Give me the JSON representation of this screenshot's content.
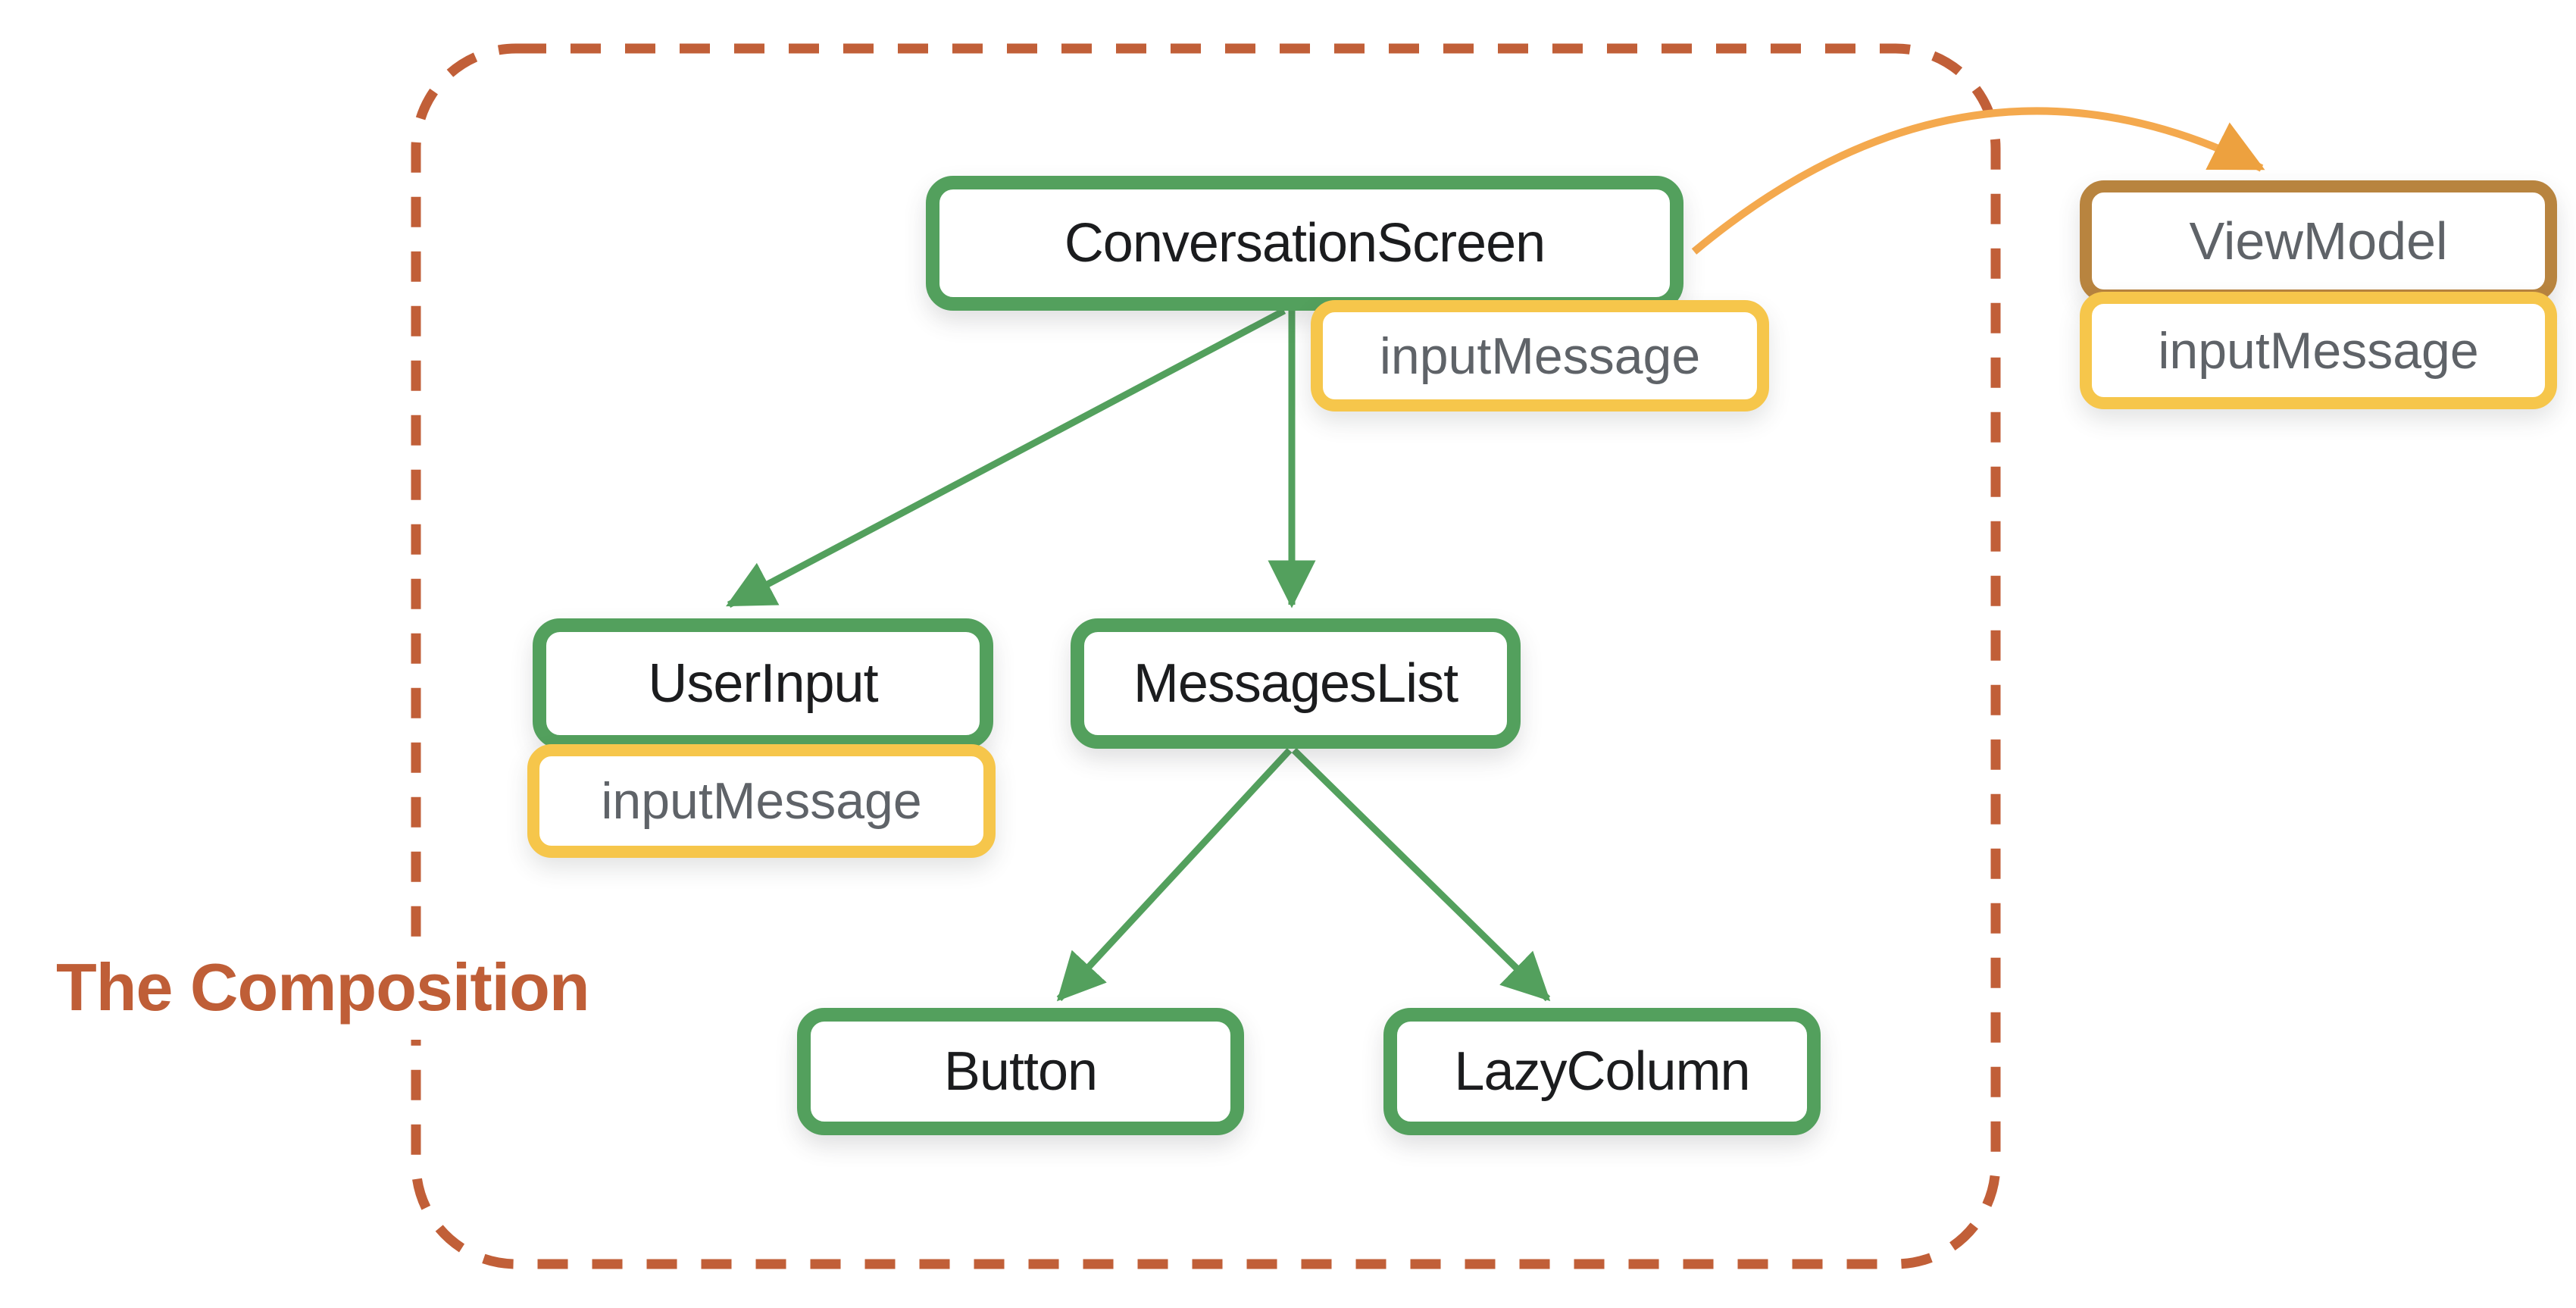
{
  "region": {
    "label": "The Composition"
  },
  "nodes": {
    "conversation_screen": {
      "label": "ConversationScreen",
      "state_badge": "inputMessage"
    },
    "user_input": {
      "label": "UserInput",
      "state_badge": "inputMessage"
    },
    "messages_list": {
      "label": "MessagesList"
    },
    "button": {
      "label": "Button"
    },
    "lazy_column": {
      "label": "LazyColumn"
    },
    "view_model": {
      "label": "ViewModel",
      "state_badge": "inputMessage"
    }
  },
  "edges": [
    {
      "from": "ConversationScreen",
      "to": "UserInput",
      "style": "green-arrow"
    },
    {
      "from": "ConversationScreen",
      "to": "MessagesList",
      "style": "green-arrow"
    },
    {
      "from": "MessagesList",
      "to": "Button",
      "style": "green-arrow"
    },
    {
      "from": "MessagesList",
      "to": "LazyColumn",
      "style": "green-arrow"
    },
    {
      "from": "ConversationScreen",
      "to": "ViewModel",
      "style": "orange-curved-arrow"
    }
  ],
  "colors": {
    "node_border_green": "#53a05d",
    "badge_border_yellow": "#f6c64b",
    "view_model_border_brown": "#b8843f",
    "boundary_dashed_rust": "#c15f38",
    "arrow_orange": "#f4a94e",
    "badge_text_gray": "#5f6368",
    "node_text_black": "#1b1c1e",
    "region_label_rust": "#bf5e37"
  }
}
